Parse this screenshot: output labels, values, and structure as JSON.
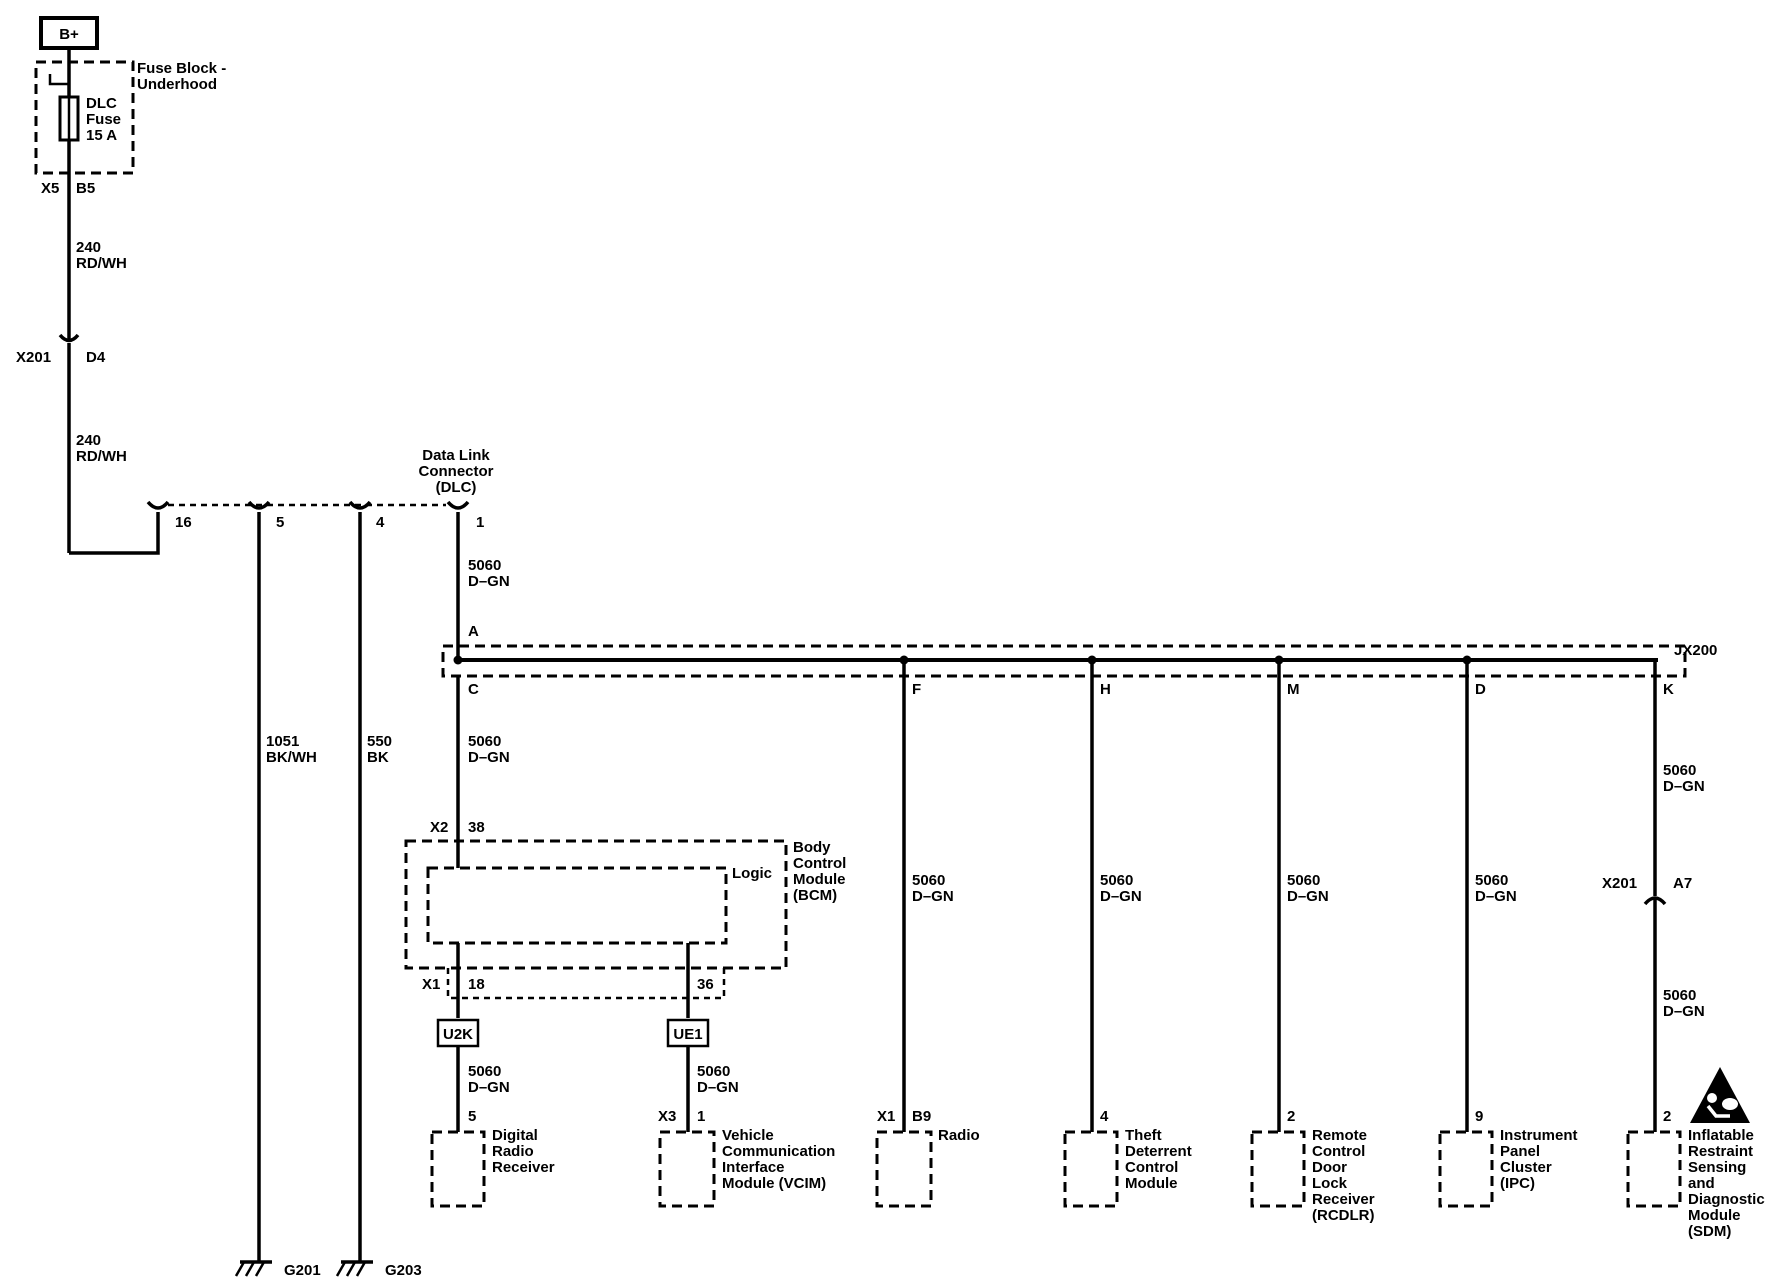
{
  "power": {
    "label": "B+"
  },
  "fuse_block": {
    "name_l1": "Fuse Block -",
    "name_l2": "Underhood",
    "fuse_l1": "DLC",
    "fuse_l2": "Fuse",
    "fuse_l3": "15 A",
    "conn": "X5",
    "pin": "B5"
  },
  "wire_240": {
    "circuit": "240",
    "color": "RD/WH"
  },
  "x201_d4": {
    "conn": "X201",
    "pin": "D4"
  },
  "dlc": {
    "name_l1": "Data Link",
    "name_l2": "Connector",
    "name_l3": "(DLC)",
    "pins": [
      "16",
      "5",
      "4",
      "1"
    ]
  },
  "wire_5060": {
    "circuit": "5060",
    "color": "D–GN"
  },
  "wire_1051": {
    "circuit": "1051",
    "color": "BK/WH"
  },
  "wire_550": {
    "circuit": "550",
    "color": "BK"
  },
  "splice": {
    "name": "JX200",
    "pins": [
      "A",
      "C",
      "F",
      "H",
      "M",
      "D",
      "K"
    ]
  },
  "bcm": {
    "name_l1": "Body",
    "name_l2": "Control",
    "name_l3": "Module",
    "name_l4": "(BCM)",
    "logic": "Logic",
    "conn_in": "X2",
    "pin_in": "38",
    "conn_out": "X1",
    "pin_out1": "18",
    "pin_out2": "36"
  },
  "badges": {
    "u2k": "U2K",
    "ue1": "UE1"
  },
  "x201_a7": {
    "conn": "X201",
    "pin": "A7"
  },
  "modules": {
    "drr": {
      "pin": "5",
      "l1": "Digital",
      "l2": "Radio",
      "l3": "Receiver"
    },
    "vcim": {
      "conn": "X3",
      "pin": "1",
      "l1": "Vehicle",
      "l2": "Communication",
      "l3": "Interface",
      "l4": "Module (VCIM)"
    },
    "radio": {
      "conn": "X1",
      "pin": "B9",
      "l1": "Radio"
    },
    "tdcm": {
      "pin": "4",
      "l1": "Theft",
      "l2": "Deterrent",
      "l3": "Control",
      "l4": "Module"
    },
    "rcdlr": {
      "pin": "2",
      "l1": "Remote",
      "l2": "Control",
      "l3": "Door",
      "l4": "Lock",
      "l5": "Receiver",
      "l6": "(RCDLR)"
    },
    "ipc": {
      "pin": "9",
      "l1": "Instrument",
      "l2": "Panel",
      "l3": "Cluster",
      "l4": "(IPC)"
    },
    "sdm": {
      "pin": "2",
      "l1": "Inflatable",
      "l2": "Restraint",
      "l3": "Sensing",
      "l4": "and",
      "l5": "Diagnostic",
      "l6": "Module",
      "l7": "(SDM)"
    }
  },
  "grounds": {
    "g201": "G201",
    "g203": "G203"
  }
}
